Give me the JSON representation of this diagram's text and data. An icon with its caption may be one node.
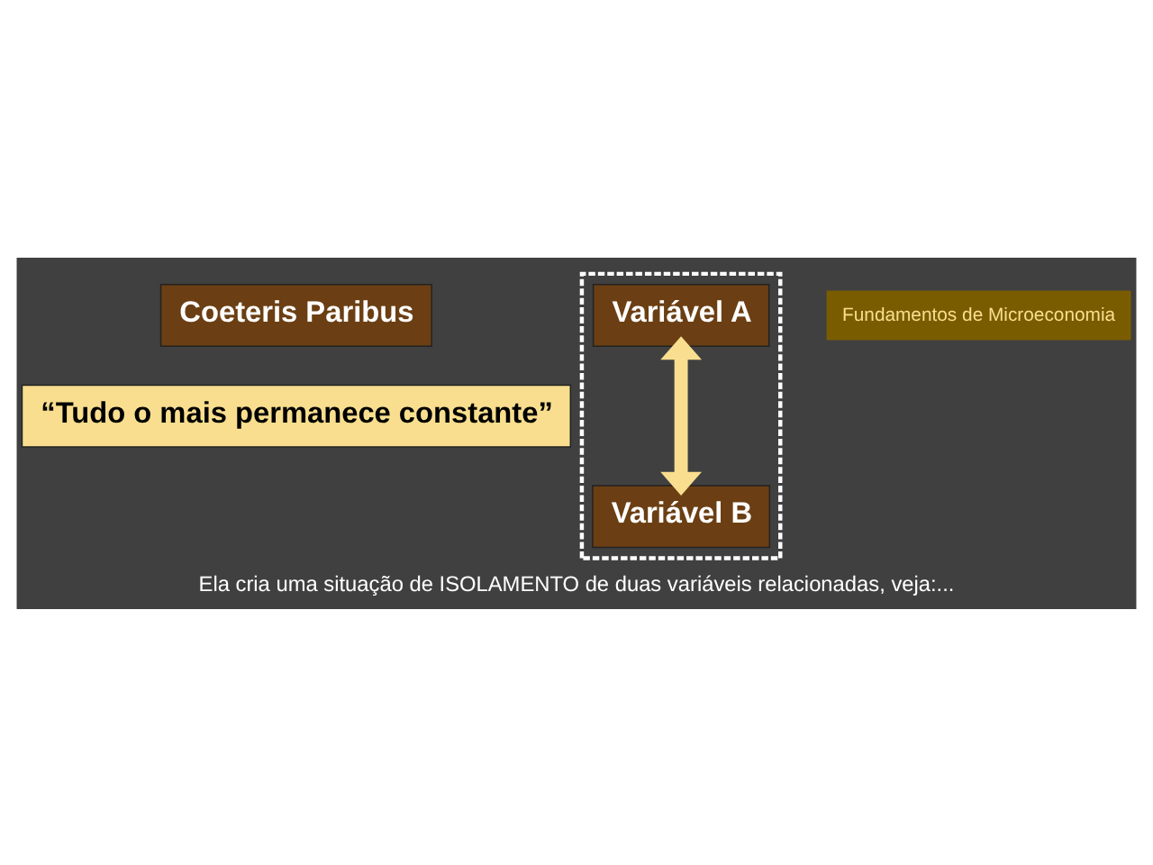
{
  "diagram": {
    "caption": "Ela cria uma situação de ISOLAMENTO de duas variáveis relacionadas, veja:...",
    "nodes": [
      {
        "text": [
          "Coeteris Paribus"
        ]
      },
      {
        "text": [
          "“Tudo o mais permanece constante”"
        ]
      },
      {
        "text": [],
        "shape": "box"
      },
      {
        "text": [
          "Variável A"
        ],
        "in": 2
      },
      {
        "text": [
          "Variável B"
        ],
        "in": 2
      }
    ],
    "edges": [
      {
        "from": 3,
        "to": 4,
        "arrow": "both",
        "color": "#f8de8e"
      }
    ],
    "labels": [
      "Fundamentos de Microeconomia"
    ]
  }
}
